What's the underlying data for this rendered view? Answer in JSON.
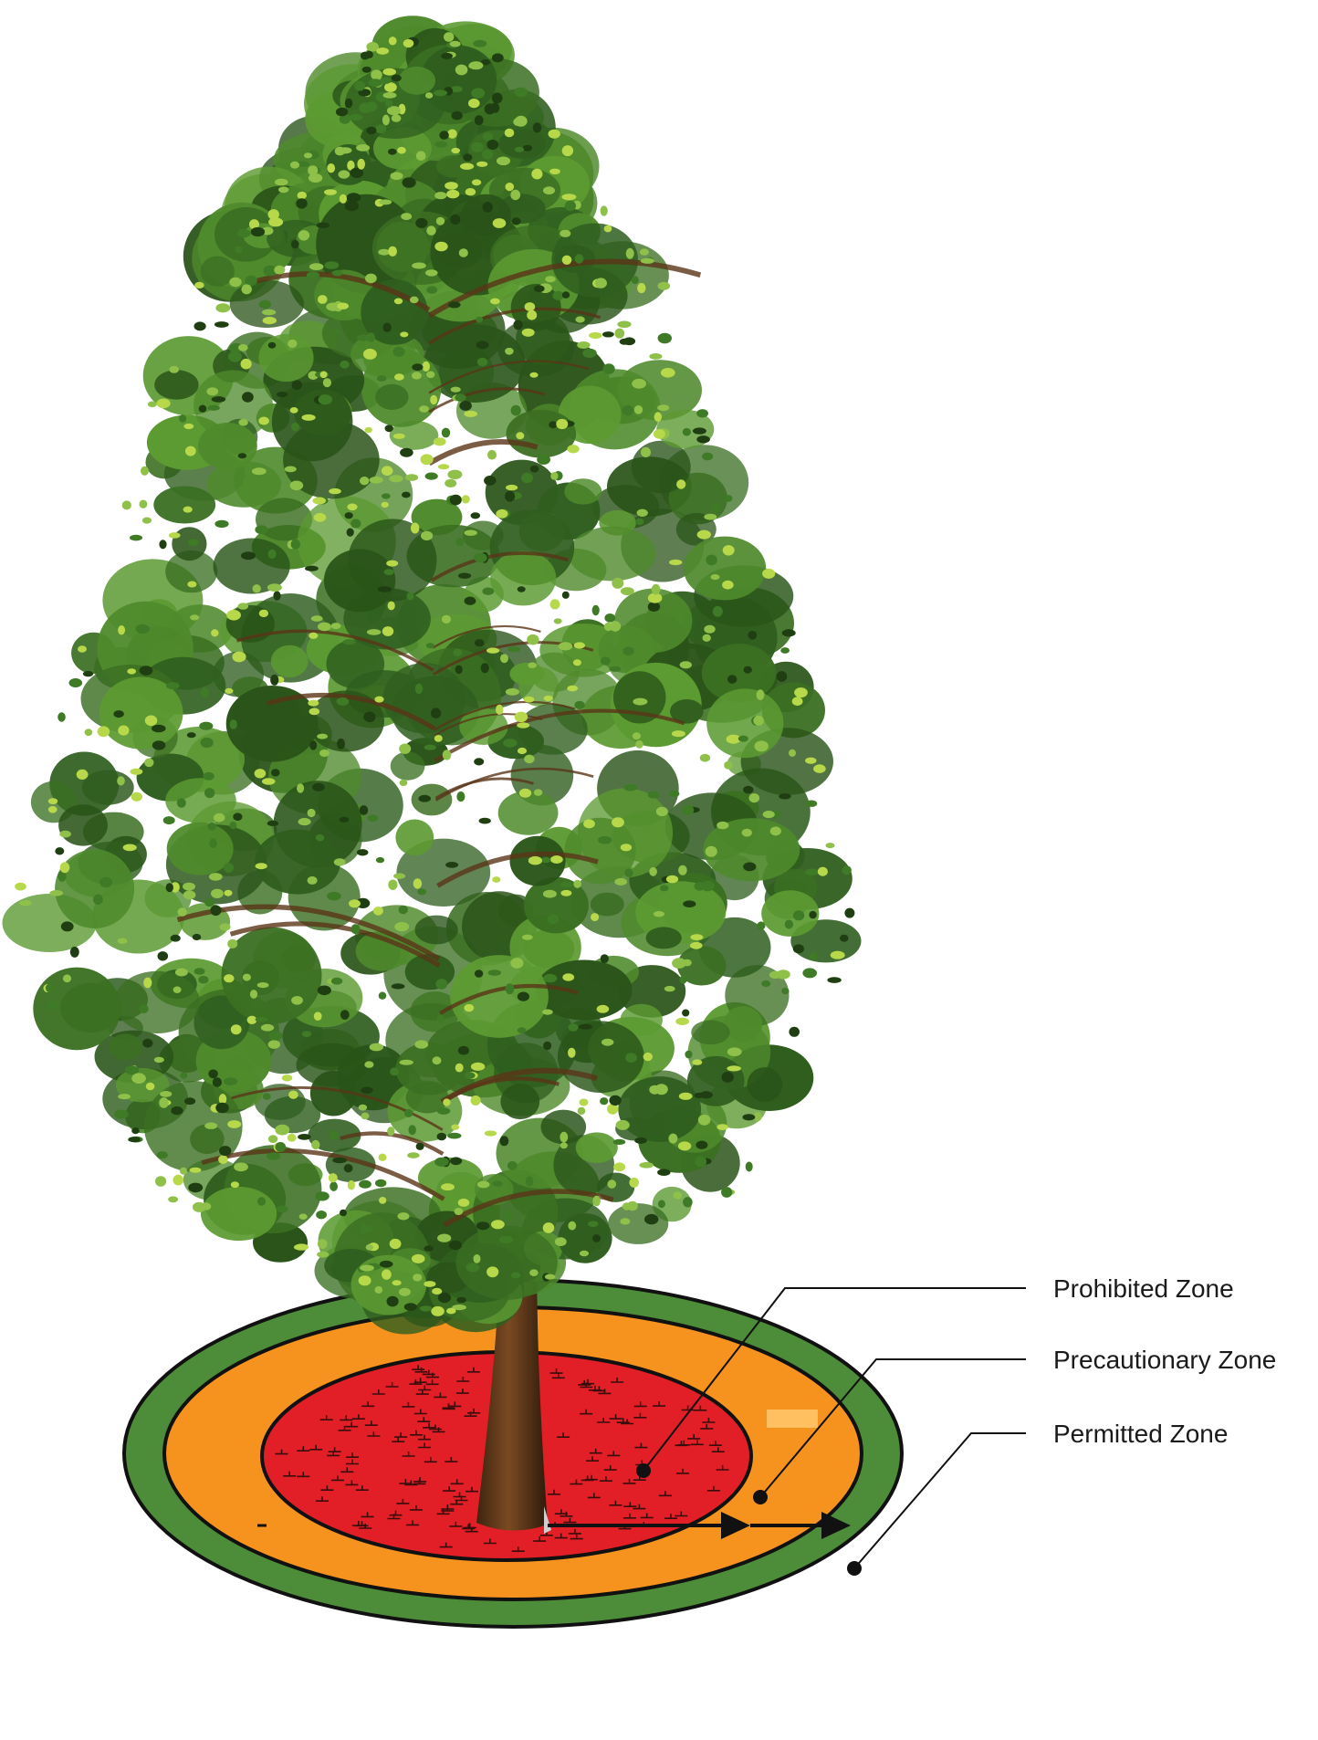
{
  "diagram": {
    "labels": {
      "prohibited": "Prohibited Zone",
      "precautionary": "Precautionary Zone",
      "permitted": "Permitted Zone"
    },
    "colors": {
      "prohibited": "#e21f26",
      "precautionary": "#f6931e",
      "permitted": "#4d8c39",
      "outline": "#111111",
      "trunk": "#6b3f1d",
      "foliage_dark": "#2f5e1f",
      "foliage_mid": "#4f8a2c",
      "foliage_light": "#b7d84a"
    }
  }
}
